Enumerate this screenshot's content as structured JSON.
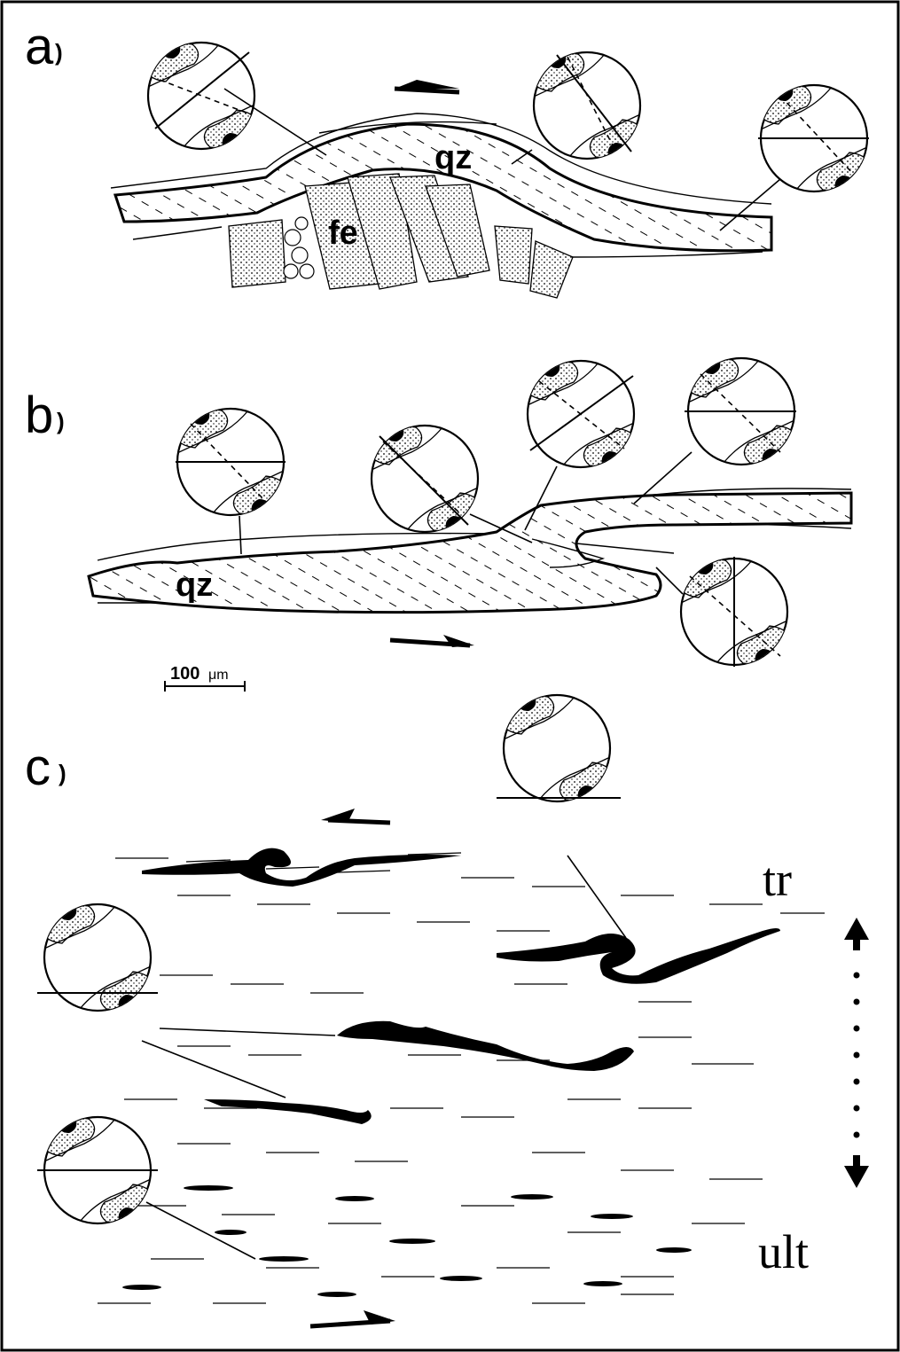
{
  "panels": {
    "a": {
      "letter": "a",
      "paren": ")"
    },
    "b": {
      "letter": "b",
      "paren": ")"
    },
    "c": {
      "letter": "c",
      "paren": ")"
    }
  },
  "minerals": {
    "quartz_a": "qz",
    "feldspar": "fe",
    "quartz_b": "qz"
  },
  "scale_bar": {
    "value": "100",
    "unit": "μm"
  },
  "gradient": {
    "top": "tr",
    "bottom": "ult"
  },
  "colors": {
    "ink": "#000000",
    "paper": "#ffffff"
  }
}
